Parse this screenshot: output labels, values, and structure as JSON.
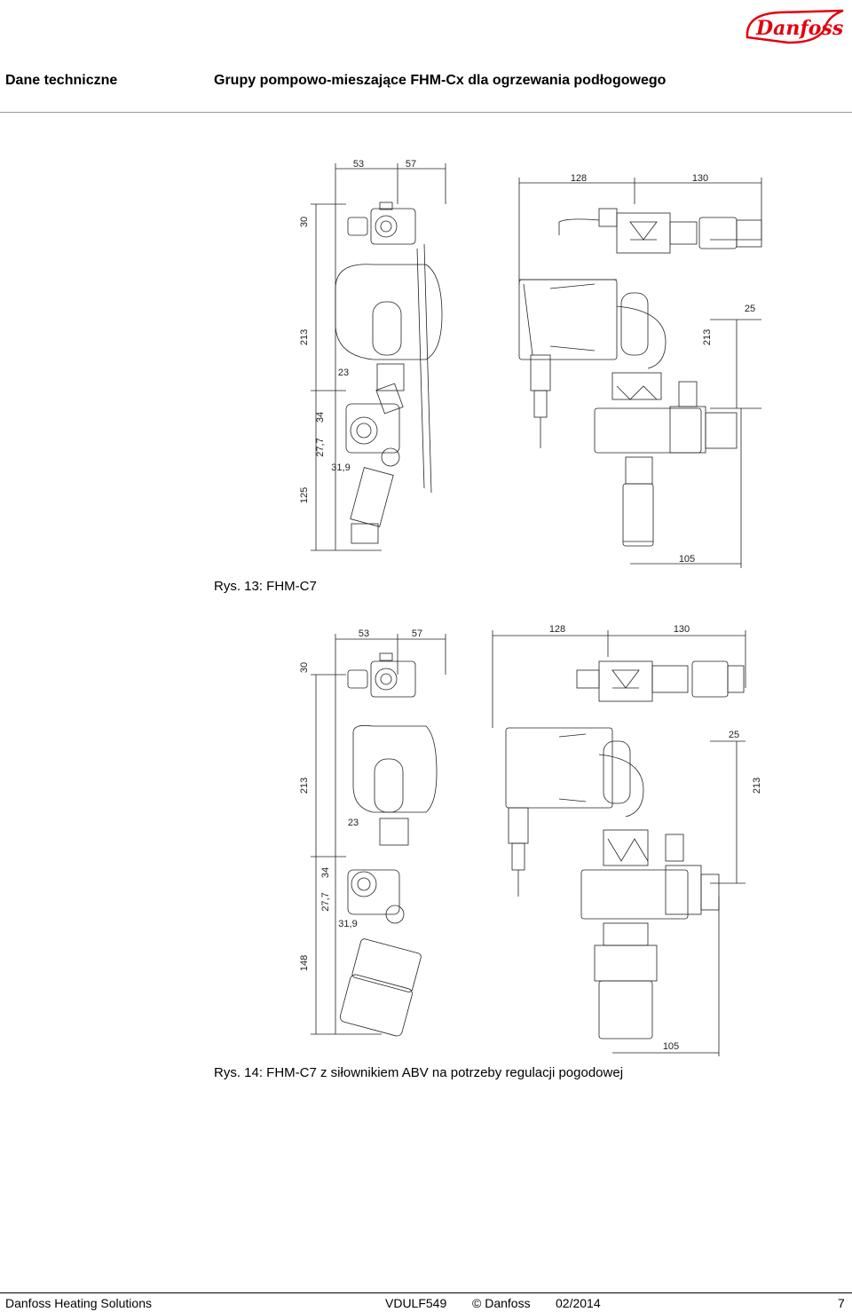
{
  "brand": {
    "logo_text": "Danfoss",
    "color": "#e2000f"
  },
  "header": {
    "left": "Dane techniczne",
    "right": "Grupy pompowo-mieszające FHM-Cx dla ogrzewania podłogowego"
  },
  "figure1": {
    "caption": "Rys. 13: FHM-C7",
    "dims": {
      "d53": "53",
      "d57": "57",
      "d128": "128",
      "d130": "130",
      "d30": "30",
      "d213a": "213",
      "d213b": "213",
      "d25": "25",
      "d23": "23",
      "d34": "34",
      "d277": "27,7",
      "d319": "31,9",
      "d125": "125",
      "d105": "105"
    }
  },
  "figure2": {
    "caption": "Rys. 14: FHM-C7 z siłownikiem ABV na potrzeby regulacji pogodowej",
    "dims": {
      "d53": "53",
      "d57": "57",
      "d128": "128",
      "d130": "130",
      "d30": "30",
      "d213a": "213",
      "d213b": "213",
      "d25": "25",
      "d23": "23",
      "d34": "34",
      "d277": "27,7",
      "d319": "31,9",
      "d148": "148",
      "d105": "105"
    }
  },
  "footer": {
    "company": "Danfoss Heating Solutions",
    "doc_code": "VDULF549",
    "copyright": "© Danfoss",
    "date": "02/2014",
    "page": "7"
  }
}
